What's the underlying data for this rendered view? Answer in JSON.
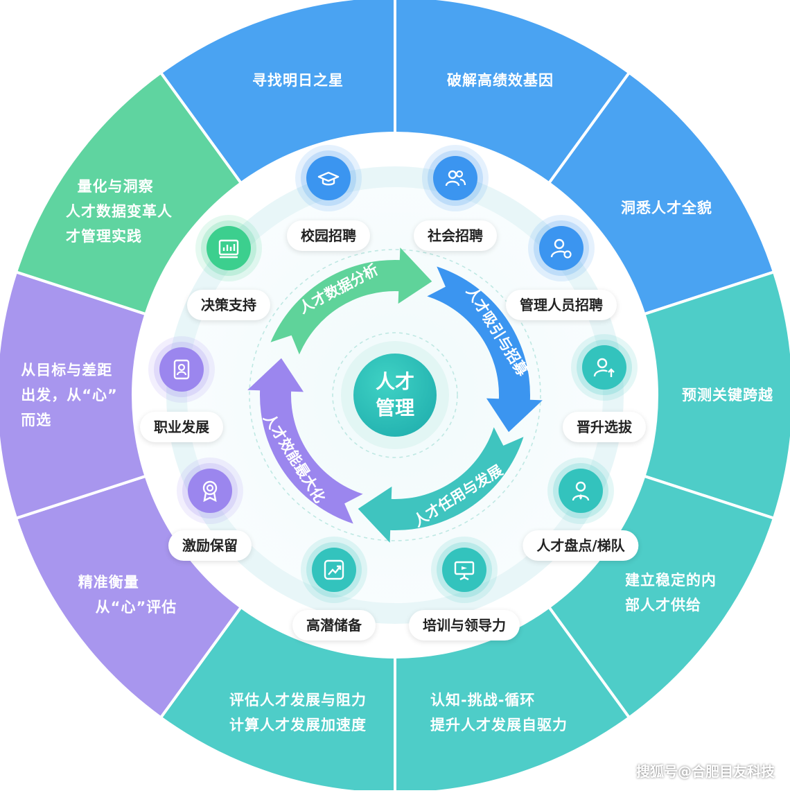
{
  "outer_ring": [
    {
      "id": "seg-find-stars",
      "lines": [
        "寻找明日之星"
      ],
      "color": "#4aa3f2"
    },
    {
      "id": "seg-performance-gene",
      "lines": [
        "破解高绩效基因"
      ],
      "color": "#4aa3f2"
    },
    {
      "id": "seg-talent-overview",
      "lines": [
        "洞悉人才全貌"
      ],
      "color": "#4aa3f2"
    },
    {
      "id": "seg-predict",
      "lines": [
        "预测关键跨越"
      ],
      "color": "#4ecdc8"
    },
    {
      "id": "seg-internal-supply",
      "lines": [
        "建立稳定的内",
        "部人才供给"
      ],
      "color": "#4ecdc8"
    },
    {
      "id": "seg-cognition",
      "lines": [
        "认知-挑战-循环",
        "提升人才发展自驱力"
      ],
      "color": "#4ecdc8"
    },
    {
      "id": "seg-evaluate",
      "lines": [
        "评估人才发展与阻力",
        "计算人才发展加速度"
      ],
      "color": "#4ecdc8"
    },
    {
      "id": "seg-measure",
      "lines": [
        "精准衡量",
        "   从“心”评估"
      ],
      "color": "#a896ee"
    },
    {
      "id": "seg-goal-gap",
      "lines": [
        "从目标与差距",
        "出发，从“心”",
        "而选"
      ],
      "color": "#a896ee"
    },
    {
      "id": "seg-quantify",
      "lines": [
        "  量化与洞察",
        "人才数据变革人",
        "才管理实践"
      ],
      "color": "#5fd4a0"
    }
  ],
  "nodes": [
    {
      "id": "campus",
      "label": "校园招聘",
      "icon": "graduation-cap-icon",
      "color": "#3b95f0"
    },
    {
      "id": "social",
      "label": "社会招聘",
      "icon": "group-icon",
      "color": "#3b95f0"
    },
    {
      "id": "manager",
      "label": "管理人员招聘",
      "icon": "user-gear-icon",
      "color": "#3b95f0"
    },
    {
      "id": "promotion",
      "label": "晋升选拔",
      "icon": "user-up-icon",
      "color": "#33c3bd"
    },
    {
      "id": "inventory",
      "label": "人才盘点/梯队",
      "icon": "user-tie-icon",
      "color": "#33c3bd"
    },
    {
      "id": "training",
      "label": "培训与领导力",
      "icon": "presentation-icon",
      "color": "#33c3bd"
    },
    {
      "id": "potential",
      "label": "高潜储备",
      "icon": "trend-chart-icon",
      "color": "#33c3bd"
    },
    {
      "id": "incentive",
      "label": "激励保留",
      "icon": "medal-icon",
      "color": "#9b86ee"
    },
    {
      "id": "career",
      "label": "职业发展",
      "icon": "profile-card-icon",
      "color": "#9b86ee"
    },
    {
      "id": "decision",
      "label": "决策支持",
      "icon": "dashboard-icon",
      "color": "#3ccf8e"
    }
  ],
  "cycle": [
    {
      "id": "cycle-data",
      "label": "人才数据分析",
      "color": "#5fd39a"
    },
    {
      "id": "cycle-attract",
      "label": "人才吸引与招募",
      "color": "#3b95f0"
    },
    {
      "id": "cycle-employ",
      "label": "人才任用与发展",
      "color": "#3fc4bf"
    },
    {
      "id": "cycle-effect",
      "label": "人才效能最大化",
      "color": "#9b86ee"
    }
  ],
  "center": {
    "line1": "人才",
    "line2": "管理",
    "color": "#2bbfb2"
  },
  "watermark": "搜狐号@合肥目友科技"
}
